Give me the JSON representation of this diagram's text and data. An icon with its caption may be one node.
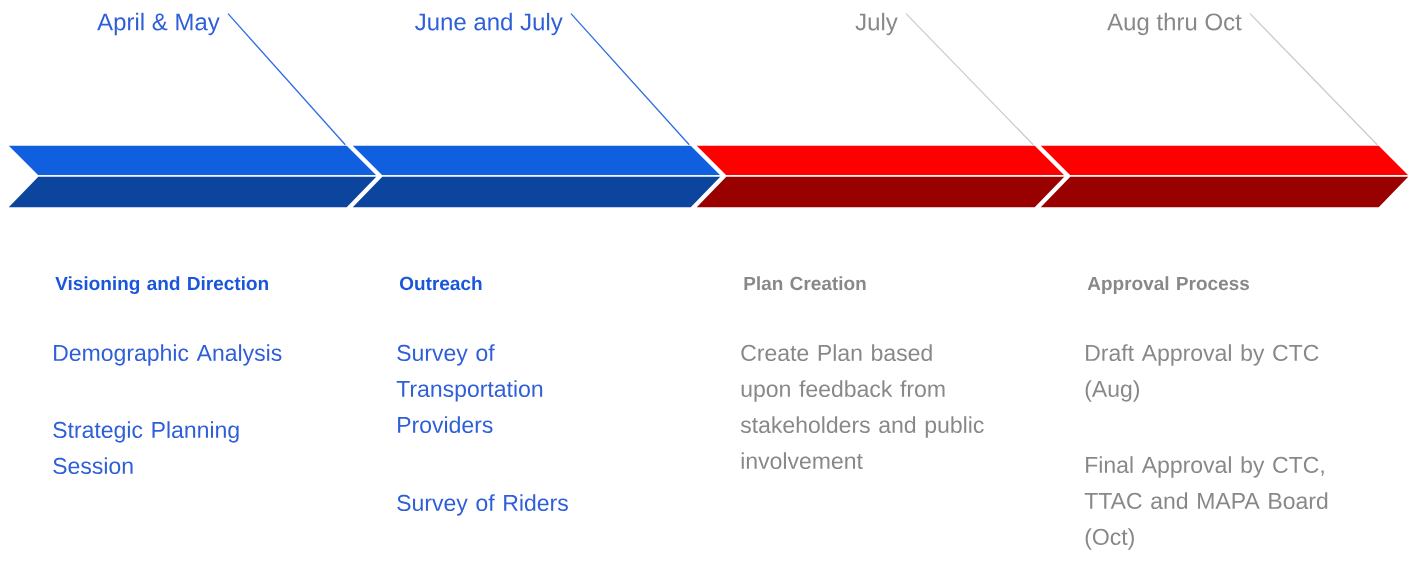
{
  "diagram": {
    "nodes": [
      {
        "text": [
          "April & May"
        ]
      },
      {
        "text": [
          "June and July"
        ]
      },
      {
        "text": [
          "July"
        ]
      },
      {
        "text": [
          "Aug thru Oct"
        ]
      },
      {
        "text": [],
        "shape": "chevron"
      },
      {
        "text": [],
        "shape": "chevron"
      },
      {
        "text": [],
        "shape": "chevron"
      },
      {
        "text": [],
        "shape": "chevron"
      }
    ],
    "edges": [
      {
        "from": 0,
        "to": 4,
        "arrow": "none",
        "color": "#2e6be6"
      },
      {
        "from": 1,
        "to": 5,
        "arrow": "none",
        "color": "#2e6be6"
      },
      {
        "from": 2,
        "to": 6,
        "arrow": "none",
        "color": "#cccccc"
      },
      {
        "from": 3,
        "to": 7,
        "arrow": "none",
        "color": "#cccccc"
      }
    ],
    "labels": [
      "Visioning and Direction",
      "Demographic Analysis",
      "Strategic Planning Session",
      "Outreach",
      "Survey of Transportation Providers",
      "Survey of Riders",
      "Plan Creation",
      "Create Plan based upon feedback from stakeholders and public involvement",
      "Approval Process",
      "Draft Approval by CTC (Aug)",
      "Final Approval by CTC, TTAC and MAPA Board (Oct)"
    ]
  }
}
